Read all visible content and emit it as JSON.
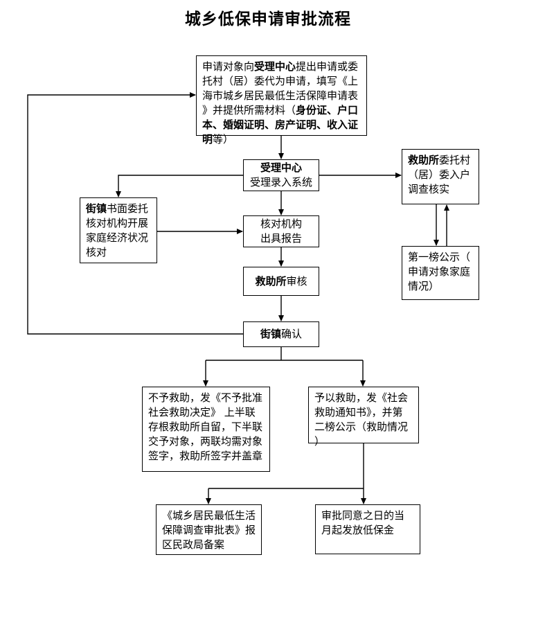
{
  "title": "城乡低保申请审批流程",
  "nodes": {
    "apply": {
      "pre": "申请对象向",
      "bold1": "受理中心",
      "mid": "提出申请或委托村（居）委代为申请，填写《上海市城乡居民最低生活保障申请表》并提供所需材料（",
      "bold2": "身份证、户口本、婚姻证明、房产证明、收入证明",
      "post": "等）"
    },
    "reception": {
      "title": "受理中心",
      "subtitle": "受理录入系统"
    },
    "street_delegate": {
      "bold": "街镇",
      "rest": "书面委托核对机构开展家庭经济状况核对"
    },
    "rescue_survey": {
      "bold": "救助所",
      "rest": "委托村（居）委入户调查核实"
    },
    "first_publicity": {
      "text": "第一榜公示（申请对象家庭情况）"
    },
    "verify_report": {
      "line1": "核对机构",
      "line2": "出具报告"
    },
    "rescue_review": {
      "bold": "救助所",
      "rest": "审核"
    },
    "street_confirm": {
      "bold": "街镇",
      "rest": "确认"
    },
    "deny": {
      "text": "不予救助，发《不予批准社会救助决定》 上半联存根救助所自留，下半联交予对象，两联均需对象签字，救助所签字并盖章"
    },
    "approve": {
      "text": "予以救助，发《社会救助通知书》，并第二榜公示（救助情况）"
    },
    "filing": {
      "text": "《城乡居民最低生活保障调查审批表》报区民政局备案"
    },
    "payment": {
      "text": "审批同意之日的当月起发放低保金"
    }
  }
}
